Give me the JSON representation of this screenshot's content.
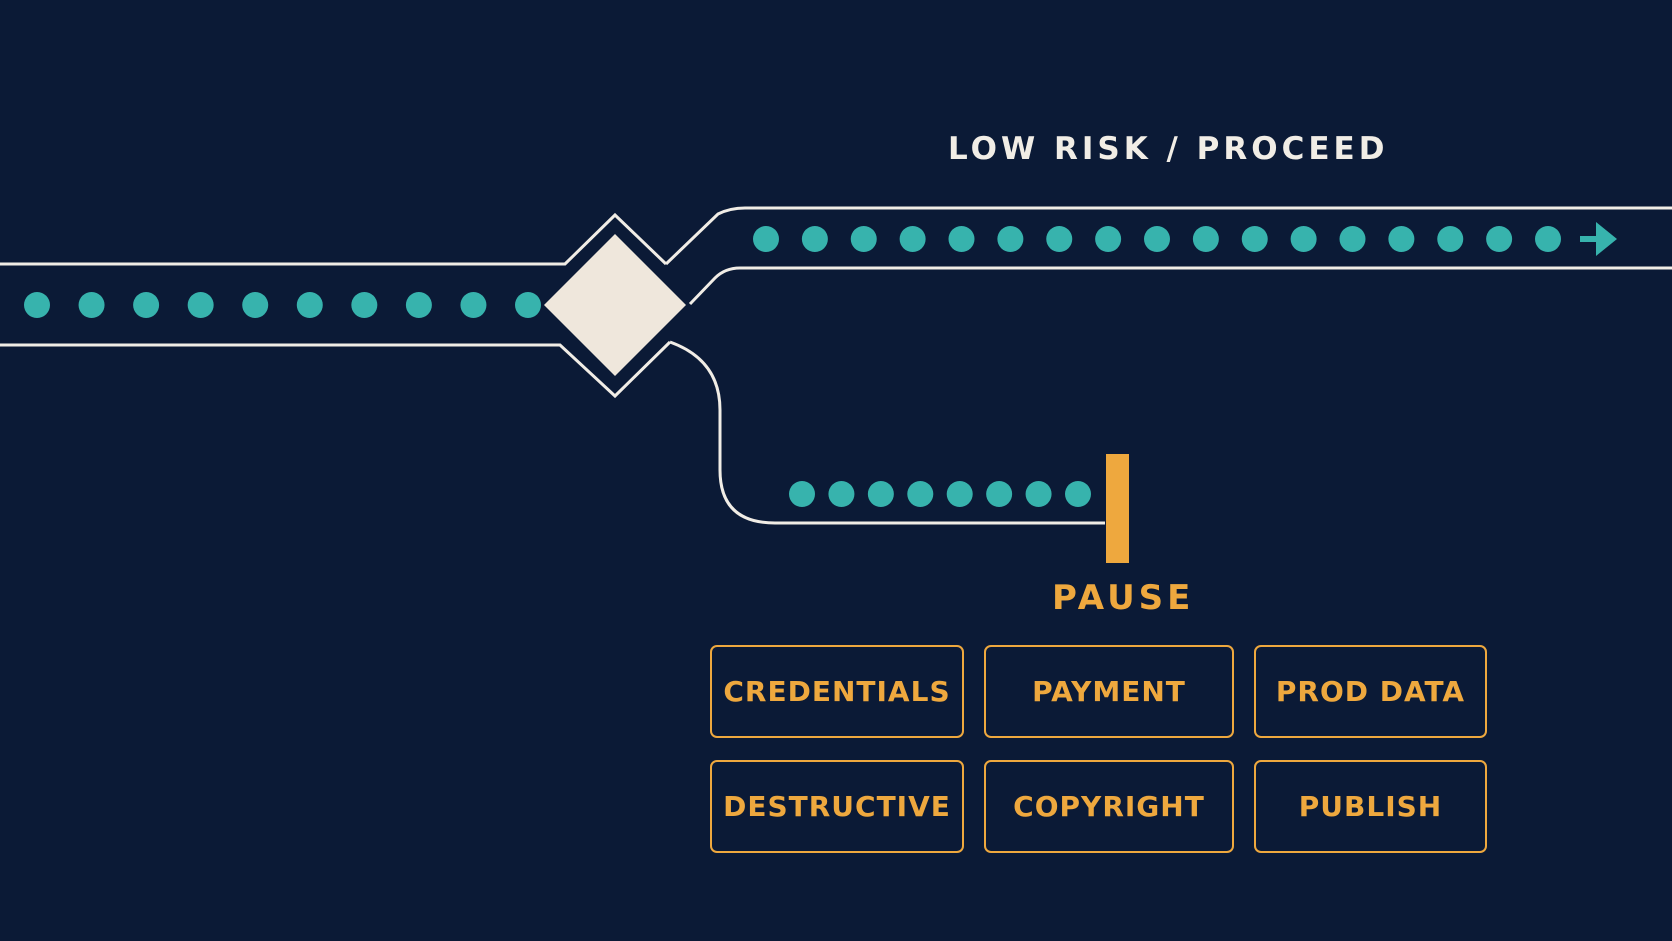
{
  "labels": {
    "low_risk": "LOW RISK / PROCEED",
    "pause": "PAUSE"
  },
  "categories": [
    "CREDENTIALS",
    "PAYMENT",
    "PROD DATA",
    "DESTRUCTIVE",
    "COPYRIGHT",
    "PUBLISH"
  ],
  "flow": {
    "incoming_dot_count": 10,
    "proceed_dot_count": 17,
    "pause_dot_count": 8
  },
  "colors": {
    "background": "#0b1a36",
    "track_line": "#f1ede6",
    "token": "#37b3ad",
    "decision": "#efe7dc",
    "pause": "#eea83e"
  },
  "icons": {
    "decision": "diamond-icon",
    "proceed_arrow": "arrow-right-icon",
    "stop": "stop-bar-icon"
  }
}
